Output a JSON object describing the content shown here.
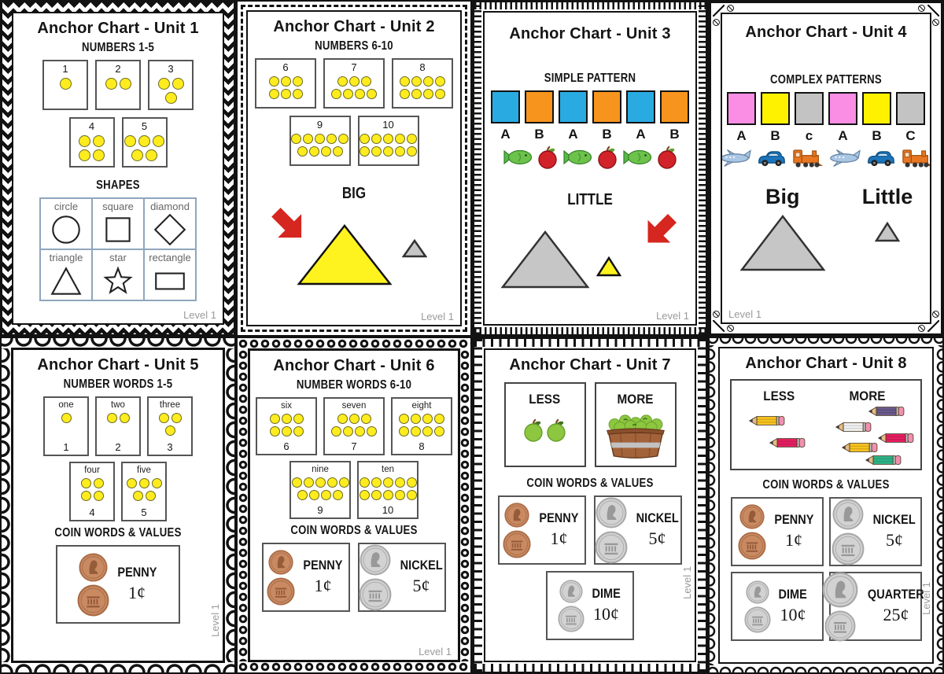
{
  "colors": {
    "arrow": "#d5261f",
    "dot-fill": "#ffec1f",
    "tri-yellow": "#fff31f",
    "tri-gray": "#c6c6c6",
    "table-border": "#8fa6bd"
  },
  "coin_colors": {
    "penny": {
      "base": "#c98a62",
      "rim": "#a96a44",
      "detail": "#8c5334"
    },
    "silver": {
      "base": "#d2d2d2",
      "rim": "#a9a9a9",
      "detail": "#8f8f8f"
    }
  },
  "pages": [
    {
      "title": "Anchor Chart - Unit 1",
      "level": "Level 1",
      "numbers": {
        "heading": "NUMBERS 1-5",
        "cards": [
          {
            "num": "1",
            "rows": [
              1
            ]
          },
          {
            "num": "2",
            "rows": [
              2
            ]
          },
          {
            "num": "3",
            "rows": [
              2,
              1
            ]
          },
          {
            "num": "4",
            "rows": [
              2,
              2
            ]
          },
          {
            "num": "5",
            "rows": [
              3,
              2
            ]
          }
        ]
      },
      "shapes": {
        "heading": "SHAPES",
        "cells": [
          {
            "label": "circle",
            "shape": "circle"
          },
          {
            "label": "square",
            "shape": "square"
          },
          {
            "label": "diamond",
            "shape": "diamond"
          },
          {
            "label": "triangle",
            "shape": "triangle"
          },
          {
            "label": "star",
            "shape": "star"
          },
          {
            "label": "rectangle",
            "shape": "rectangle"
          }
        ]
      }
    },
    {
      "title": "Anchor Chart - Unit 2",
      "level": "Level 1",
      "numbers": {
        "heading": "NUMBERS 6-10",
        "cards": [
          {
            "num": "6",
            "rows": [
              3,
              3
            ]
          },
          {
            "num": "7",
            "rows": [
              3,
              4
            ]
          },
          {
            "num": "8",
            "rows": [
              4,
              4
            ]
          },
          {
            "num": "9",
            "rows": [
              5,
              4
            ]
          },
          {
            "num": "10",
            "rows": [
              5,
              5
            ]
          }
        ]
      },
      "big": {
        "label": "BIG"
      }
    },
    {
      "title": "Anchor Chart - Unit 3",
      "level": "Level 1",
      "pattern": {
        "heading": "SIMPLE PATTERN",
        "squares": [
          {
            "color": "#29abe2",
            "label": "A"
          },
          {
            "color": "#f7941e",
            "label": "B"
          },
          {
            "color": "#29abe2",
            "label": "A"
          },
          {
            "color": "#f7941e",
            "label": "B"
          },
          {
            "color": "#29abe2",
            "label": "A"
          },
          {
            "color": "#f7941e",
            "label": "B"
          }
        ],
        "icons": [
          {
            "icon": "fish"
          },
          {
            "icon": "apple-red"
          },
          {
            "icon": "fish"
          },
          {
            "icon": "apple-red"
          },
          {
            "icon": "fish"
          },
          {
            "icon": "apple-red"
          }
        ]
      },
      "little": {
        "label": "LITTLE"
      }
    },
    {
      "title": "Anchor Chart - Unit 4",
      "level": "Level 1",
      "pattern": {
        "heading": "COMPLEX PATTERNS",
        "squares": [
          {
            "color": "#f98ee4",
            "label": "A"
          },
          {
            "color": "#fff200",
            "label": "B"
          },
          {
            "color": "#c3c3c3",
            "label": "c"
          },
          {
            "color": "#f98ee4",
            "label": "A"
          },
          {
            "color": "#fff200",
            "label": "B"
          },
          {
            "color": "#c3c3c3",
            "label": "C"
          }
        ],
        "icons": [
          {
            "icon": "plane"
          },
          {
            "icon": "car"
          },
          {
            "icon": "train"
          },
          {
            "icon": "plane"
          },
          {
            "icon": "car"
          },
          {
            "icon": "train"
          }
        ]
      },
      "size": {
        "big_label": "Big",
        "little_label": "Little"
      }
    },
    {
      "title": "Anchor Chart - Unit 5",
      "level": "Level 1",
      "numbers": {
        "heading": "NUMBER WORDS 1-5",
        "cards": [
          {
            "word": "one",
            "num": "1",
            "rows": [
              1
            ]
          },
          {
            "word": "two",
            "num": "2",
            "rows": [
              2
            ]
          },
          {
            "word": "three",
            "num": "3",
            "rows": [
              2,
              1
            ]
          },
          {
            "word": "four",
            "num": "4",
            "rows": [
              2,
              2
            ]
          },
          {
            "word": "five",
            "num": "5",
            "rows": [
              3,
              2
            ]
          }
        ]
      },
      "coins": {
        "heading": "COIN WORDS & VALUES",
        "boxes": [
          {
            "kind": "penny",
            "name": "PENNY",
            "value": "1¢"
          }
        ]
      }
    },
    {
      "title": "Anchor Chart - Unit 6",
      "level": "Level 1",
      "numbers": {
        "heading": "NUMBER WORDS 6-10",
        "cards": [
          {
            "word": "six",
            "num": "6",
            "rows": [
              3,
              3
            ]
          },
          {
            "word": "seven",
            "num": "7",
            "rows": [
              3,
              4
            ]
          },
          {
            "word": "eight",
            "num": "8",
            "rows": [
              4,
              4
            ]
          },
          {
            "word": "nine",
            "num": "9",
            "rows": [
              5,
              4
            ]
          },
          {
            "word": "ten",
            "num": "10",
            "rows": [
              5,
              5
            ]
          }
        ]
      },
      "coins": {
        "heading": "COIN WORDS & VALUES",
        "boxes": [
          {
            "kind": "penny",
            "name": "PENNY",
            "value": "1¢"
          },
          {
            "kind": "nickel",
            "name": "NICKEL",
            "value": "5¢"
          }
        ]
      }
    },
    {
      "title": "Anchor Chart - Unit 7",
      "level": "Level 1",
      "compare": {
        "less_label": "LESS",
        "more_label": "MORE",
        "less_icons": [
          {
            "icon": "apple-green"
          },
          {
            "icon": "apple-green"
          }
        ],
        "more_icons": [
          {
            "icon": "basket"
          }
        ]
      },
      "coins": {
        "heading": "COIN WORDS & VALUES",
        "boxes": [
          {
            "kind": "penny",
            "name": "PENNY",
            "value": "1¢"
          },
          {
            "kind": "nickel",
            "name": "NICKEL",
            "value": "5¢"
          },
          {
            "kind": "dime",
            "name": "DIME",
            "value": "10¢"
          }
        ]
      }
    },
    {
      "title": "Anchor Chart - Unit 8",
      "level": "Level 1",
      "compare": {
        "less_label": "LESS",
        "more_label": "MORE",
        "less_pencils": [
          "#f7c31e",
          "#e61e62"
        ],
        "more_pencils": [
          "#6a5a8c",
          "#f2f2f2",
          "#e61e62",
          "#f7c31e",
          "#2eb488"
        ]
      },
      "coins": {
        "heading": "COIN WORDS & VALUES",
        "boxes": [
          {
            "kind": "penny",
            "name": "PENNY",
            "value": "1¢"
          },
          {
            "kind": "nickel",
            "name": "NICKEL",
            "value": "5¢"
          },
          {
            "kind": "dime",
            "name": "DIME",
            "value": "10¢"
          },
          {
            "kind": "quarter",
            "name": "QUARTER",
            "value": "25¢"
          }
        ]
      }
    }
  ]
}
